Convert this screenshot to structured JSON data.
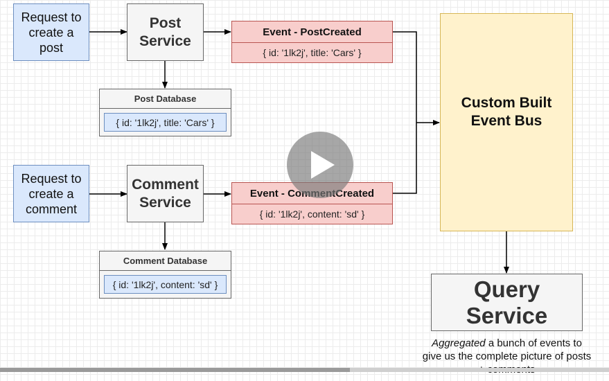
{
  "nodes": {
    "post_request": [
      "Request to",
      "create a",
      "post"
    ],
    "post_service": [
      "Post",
      "Service"
    ],
    "post_event": {
      "title": "Event - PostCreated",
      "payload": "{ id: '1lk2j', title: 'Cars' }"
    },
    "post_db": {
      "title": "Post Database",
      "record": "{ id: '1lk2j', title: 'Cars' }"
    },
    "comment_request": [
      "Request to",
      "create a",
      "comment"
    ],
    "comment_service": [
      "Comment",
      "Service"
    ],
    "comment_event": {
      "title": "Event - CommentCreated",
      "payload": "{ id: '1lk2j', content: 'sd' }"
    },
    "comment_db": {
      "title": "Comment Database",
      "record": "{ id: '1lk2j', content: 'sd' }"
    },
    "event_bus": [
      "Custom Built",
      "Event Bus"
    ],
    "query_service": [
      "Query",
      "Service"
    ]
  },
  "caption": {
    "emphasis": "Aggregated",
    "rest_line1": " a bunch of events to",
    "line2": "give us the complete picture of posts",
    "line3": "+ comments"
  },
  "video": {
    "play_icon": "play-icon",
    "progress": 0.575
  },
  "colors": {
    "request_fill": "#dae8fc",
    "service_fill": "#f5f5f5",
    "event_fill": "#f8cecc",
    "bus_fill": "#fff2cc",
    "arrow": "#000000"
  }
}
